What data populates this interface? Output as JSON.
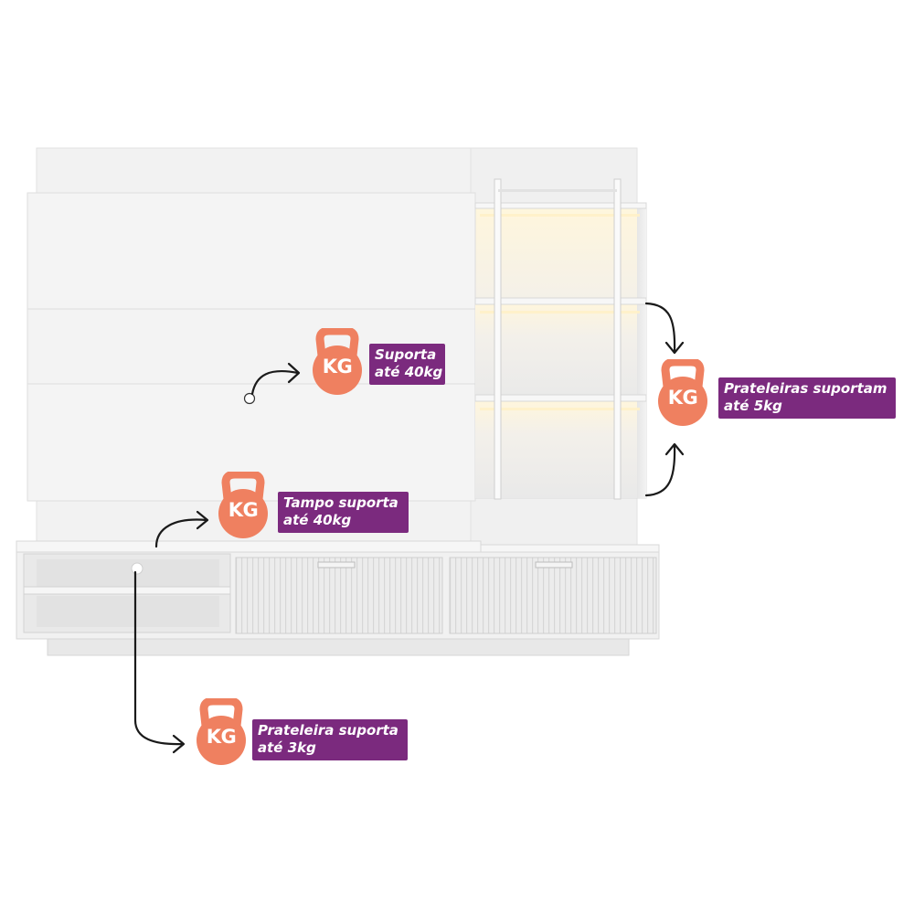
{
  "colors": {
    "badge": "#ef8060",
    "label_bg": "#7b2a7e",
    "label_text": "#ffffff",
    "furniture": "#f1f1f1",
    "arrow": "#1a1a1a"
  },
  "badge_text": "KG",
  "badge_icon": "kettlebell-icon",
  "callouts": {
    "panel": {
      "line1": "Suporta",
      "line2": "até 40kg"
    },
    "shelves_right": {
      "line1": "Prateleiras suportam",
      "line2": "até 5kg"
    },
    "top": {
      "line1": "Tampo suporta",
      "line2": "até 40kg"
    },
    "shelf_left": {
      "line1": "Prateleira suporta",
      "line2": "até 3kg"
    }
  }
}
